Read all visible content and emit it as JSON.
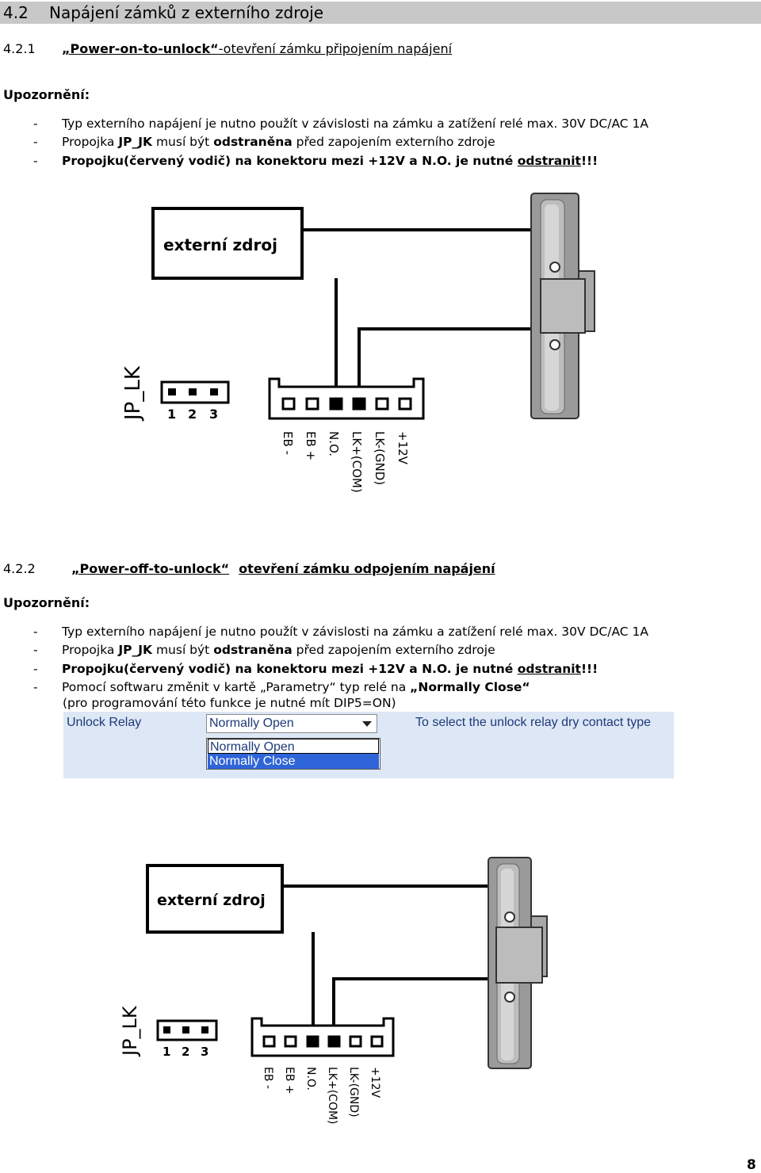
{
  "section": {
    "number": "4.2",
    "title": "Napájení zámků z externího zdroje"
  },
  "sub1": {
    "number": "4.2.1",
    "title_a": "„Power-on-to-unlock“",
    "title_b": "-otevření zámku připojením napájení",
    "warning": "Upozornění:",
    "items": [
      {
        "dash": "-",
        "text": "Typ externího napájení je nutno použít v závislosti na zámku a zatížení relé max. 30V DC/AC 1A"
      },
      {
        "dash": "-",
        "pre": "Propojka ",
        "b1": "JP_JK",
        "mid": " musí být ",
        "b2": "odstraněna",
        "post": " před zapojením externího zdroje"
      },
      {
        "dash": "-",
        "b": "Propojku(červený vodič) na konektoru mezi +12V a N.O. je nutné ",
        "bu": "odstranit",
        "end": "!!!"
      }
    ]
  },
  "diagram": {
    "box_label": "externí zdroj",
    "jumper_label": "JP_LK",
    "jumper_pins": [
      "1",
      "2",
      "3"
    ],
    "terminals": [
      "EB -",
      "EB +",
      "N.O.",
      "LK+(COM)",
      "LK-(GND)",
      "+12V"
    ]
  },
  "sub2": {
    "number": "4.2.2",
    "title_a": "„Power-off-to-unlock“",
    "title_b": "otevření zámku odpojením napájení",
    "warning": "Upozornění:",
    "items": [
      {
        "dash": "-",
        "text": "Typ externího napájení je nutno použít v závislosti na zámku a zatížení relé max. 30V DC/AC 1A"
      },
      {
        "dash": "-",
        "pre": "Propojka ",
        "b1": "JP_JK",
        "mid": " musí být ",
        "b2": "odstraněna",
        "post": " před zapojením externího zdroje"
      },
      {
        "dash": "-",
        "b": "Propojku(červený vodič) na konektoru mezi +12V a N.O. je nutné ",
        "bu": "odstranit",
        "end": "!!!"
      },
      {
        "dash": "-",
        "pre": "Pomocí softwaru změnit v kartě „Parametry“ typ relé na ",
        "b": "„Normally Close“"
      }
    ],
    "note": "(pro programování této funkce je nutné mít DIP5=ON)"
  },
  "ui": {
    "label": "Unlock Relay",
    "selected": "Normally Open",
    "options": [
      "Normally Open",
      "Normally Close"
    ],
    "help": "To select the unlock relay dry contact type"
  },
  "page_number": "8"
}
